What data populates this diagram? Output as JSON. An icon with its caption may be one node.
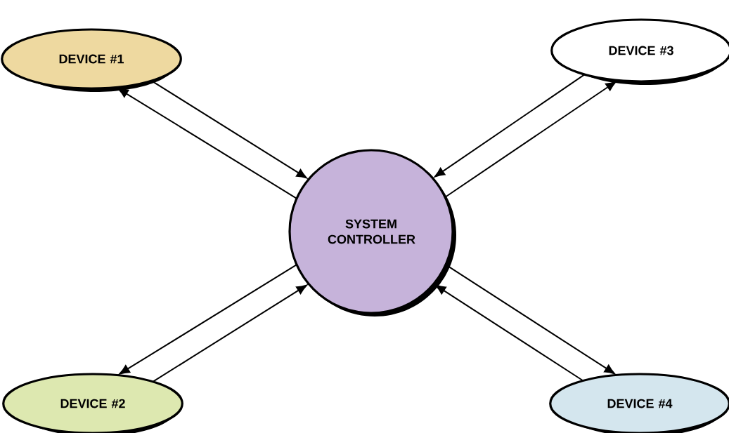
{
  "diagram": {
    "nodes": [
      {
        "text": [
          "DEVICE #1"
        ]
      },
      {
        "text": [
          "DEVICE #3"
        ]
      },
      {
        "text": [
          "SYSTEM CONTROLLER"
        ]
      },
      {
        "text": [
          "DEVICE #2"
        ]
      },
      {
        "text": [
          "DEVICE #4"
        ]
      }
    ],
    "edges": [
      {
        "from": 0,
        "to": 2,
        "arrow": "to"
      },
      {
        "from": 2,
        "to": 0,
        "arrow": "to"
      },
      {
        "from": 1,
        "to": 2,
        "arrow": "to"
      },
      {
        "from": 2,
        "to": 1,
        "arrow": "to"
      },
      {
        "from": 2,
        "to": 3,
        "arrow": "to"
      },
      {
        "from": 3,
        "to": 2,
        "arrow": "to"
      },
      {
        "from": 2,
        "to": 4,
        "arrow": "to"
      },
      {
        "from": 4,
        "to": 2,
        "arrow": "to"
      }
    ]
  }
}
